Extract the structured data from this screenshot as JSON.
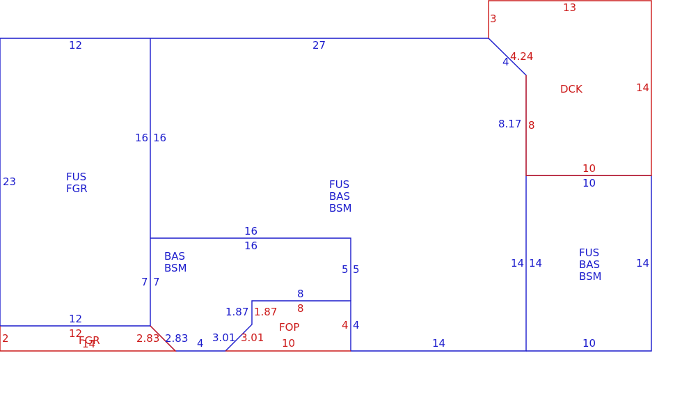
{
  "colors": {
    "primary": "#1a1acc",
    "secondary": "#cc1a1a"
  },
  "areas": {
    "left": [
      "FUS",
      "FGR"
    ],
    "main": [
      "FUS",
      "BAS",
      "BSM"
    ],
    "bas": [
      "BAS",
      "BSM"
    ],
    "deck": [
      "DCK"
    ],
    "porch": [
      "FOP"
    ],
    "garage": [
      "FGR"
    ],
    "right": [
      "FUS",
      "BAS",
      "BSM"
    ]
  },
  "dims": {
    "left_top": "12",
    "left_side": "23",
    "left_inner_a": "16",
    "left_inner_b": "16",
    "left_bottom": "12",
    "main_top": "27",
    "bas_top_a": "16",
    "bas_top_b": "16",
    "bas_left_a": "7",
    "bas_left_b": "7",
    "bas_right_a": "5",
    "bas_right_b": "5",
    "fop_top_a": "8",
    "fop_top_b": "8",
    "fop_left_a": "1.87",
    "fop_left_b": "1.87",
    "fop_right_a": "4",
    "fop_right_b": "4",
    "fop_bottom": "10",
    "diag_a": "2.83",
    "diag_b": "2.83",
    "bottom_seg": "4",
    "diag_c": "3.01",
    "diag_d": "3.01",
    "bottom_mid": "14",
    "fgr_top": "12",
    "fgr_bottom": "14",
    "fgr_side": "2",
    "dck_top": "13",
    "dck_left": "3",
    "dck_diag": "4.24",
    "dck_right": "14",
    "dck_bottom": "10",
    "corner_seg": "4",
    "wall_a": "8.17",
    "wall_b": "8",
    "right_top": "10",
    "right_left_a": "14",
    "right_left_b": "14",
    "right_side": "14",
    "right_bottom": "10"
  }
}
